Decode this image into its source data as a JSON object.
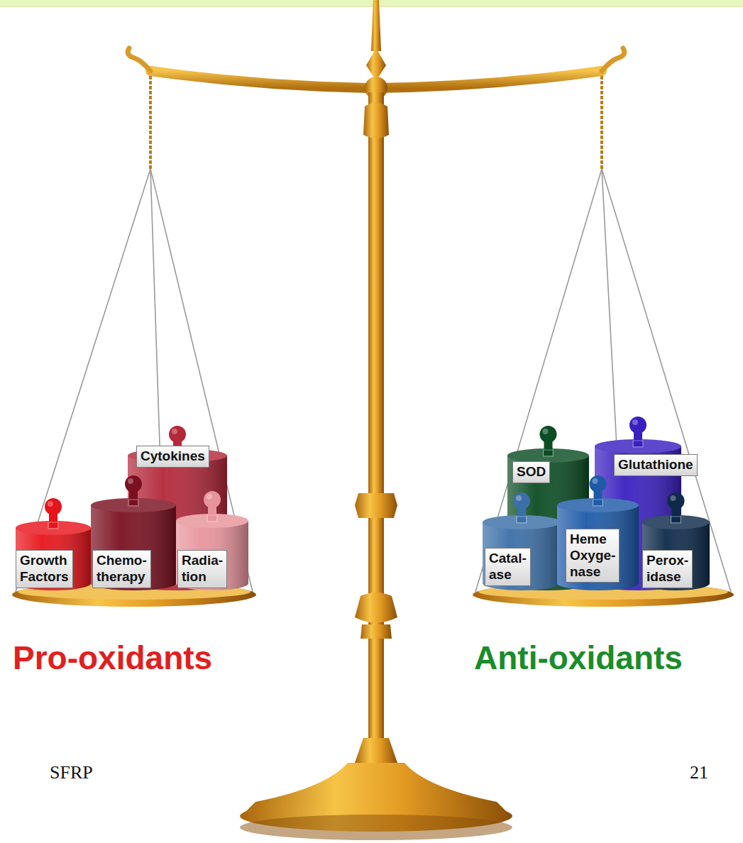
{
  "diagram": {
    "nodes": [
      {
        "text": [
          "Cytokines"
        ]
      },
      {
        "text": [
          "Growth Factors"
        ]
      },
      {
        "text": [
          "Chemo- therapy"
        ]
      },
      {
        "text": [
          "Radia- tion"
        ]
      },
      {
        "text": [
          "SOD"
        ]
      },
      {
        "text": [
          "Glutathione"
        ]
      },
      {
        "text": [
          "Catal- ase"
        ]
      },
      {
        "text": [
          "Heme Oxyge- nase"
        ]
      },
      {
        "text": [
          "Perox- idase"
        ]
      }
    ],
    "labels": [
      "Pro-oxidants",
      "Anti-oxidants",
      "SFRP",
      "21"
    ]
  }
}
